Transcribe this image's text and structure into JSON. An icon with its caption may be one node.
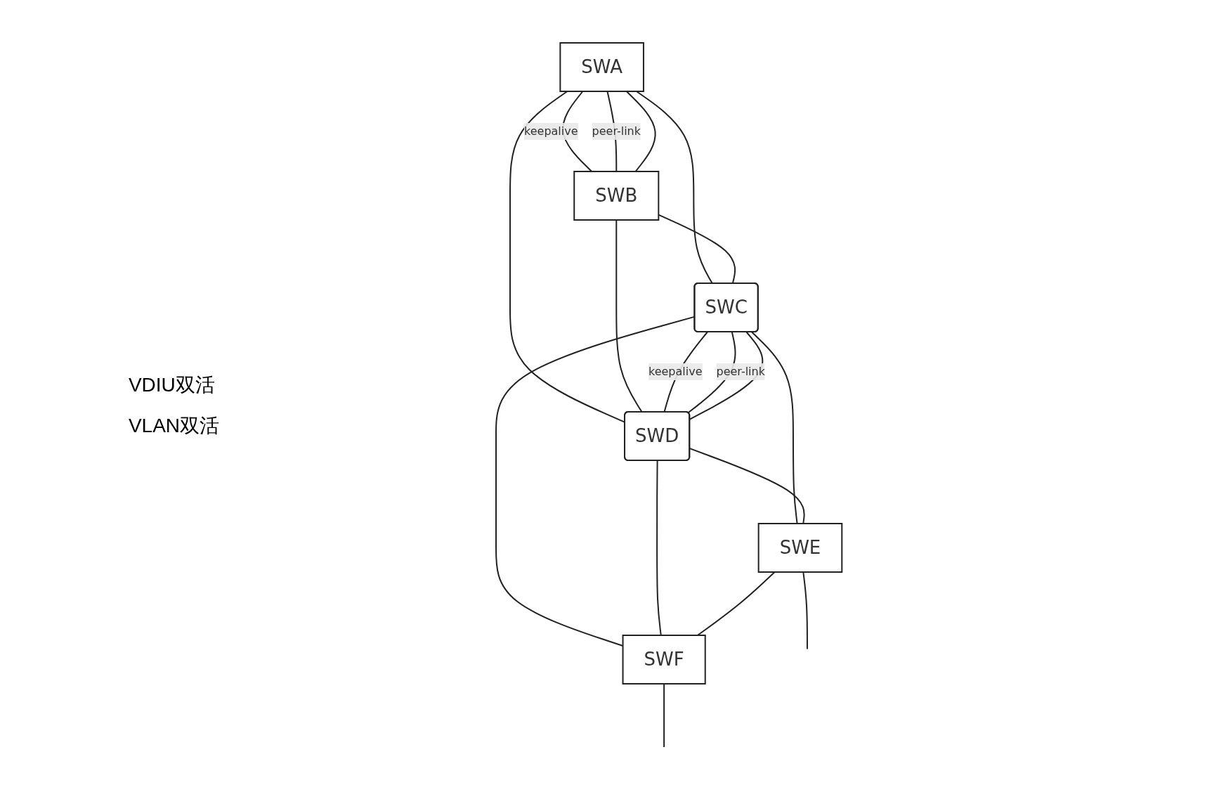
{
  "diagram": {
    "nodes": [
      {
        "text": [
          "SWA"
        ]
      },
      {
        "text": [
          "SWB"
        ]
      },
      {
        "text": [
          "SWC"
        ]
      },
      {
        "text": [
          "SWD"
        ]
      },
      {
        "text": [
          "SWE"
        ]
      },
      {
        "text": [
          "SWF"
        ]
      }
    ],
    "edges": [
      {
        "from": 0,
        "to": 1,
        "arrow": "none",
        "label": "keepalive"
      },
      {
        "from": 0,
        "to": 1,
        "arrow": "none",
        "label": "peer-link"
      },
      {
        "from": 0,
        "to": 1,
        "arrow": "none"
      },
      {
        "from": 0,
        "to": 2,
        "arrow": "none"
      },
      {
        "from": 0,
        "to": 3,
        "arrow": "none"
      },
      {
        "from": 1,
        "to": 2,
        "arrow": "none"
      },
      {
        "from": 1,
        "to": 3,
        "arrow": "none"
      },
      {
        "from": 2,
        "to": 3,
        "arrow": "none",
        "label": "keepalive"
      },
      {
        "from": 2,
        "to": 3,
        "arrow": "none",
        "label": "peer-link"
      },
      {
        "from": 2,
        "to": 3,
        "arrow": "none"
      },
      {
        "from": 2,
        "to": 4,
        "arrow": "none"
      },
      {
        "from": 3,
        "to": 4,
        "arrow": "none"
      },
      {
        "from": 2,
        "to": 5,
        "arrow": "none"
      },
      {
        "from": 3,
        "to": 5,
        "arrow": "none"
      },
      {
        "from": 4,
        "to": 5,
        "arrow": "none"
      },
      {
        "from": 4,
        "to": null,
        "arrow": "none"
      },
      {
        "from": 5,
        "to": null,
        "arrow": "none"
      }
    ],
    "labels": [
      "VDIU双活",
      "VLAN双活"
    ]
  }
}
